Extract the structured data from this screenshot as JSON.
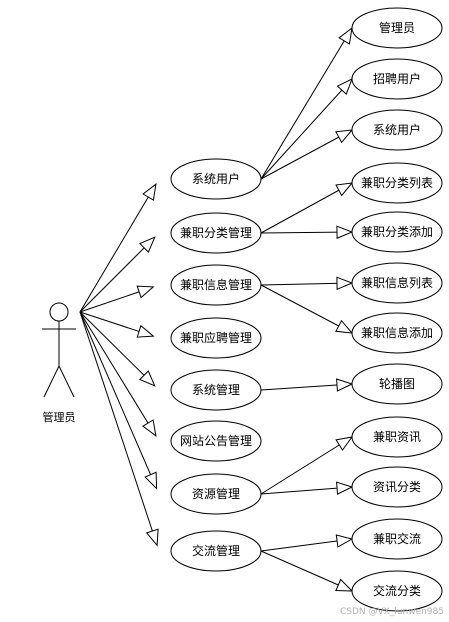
{
  "actor": {
    "label": "管理员"
  },
  "primary_nodes": [
    {
      "id": "system-users",
      "label": "系统用户"
    },
    {
      "id": "parttime-category-mgmt",
      "label": "兼职分类管理"
    },
    {
      "id": "parttime-info-mgmt",
      "label": "兼职信息管理"
    },
    {
      "id": "parttime-application-mgmt",
      "label": "兼职应聘管理"
    },
    {
      "id": "system-mgmt",
      "label": "系统管理"
    },
    {
      "id": "site-announcement-mgmt",
      "label": "网站公告管理"
    },
    {
      "id": "resource-mgmt",
      "label": "资源管理"
    },
    {
      "id": "exchange-mgmt",
      "label": "交流管理"
    }
  ],
  "secondary_nodes": [
    {
      "id": "admin",
      "label": "管理员",
      "parent": "system-users"
    },
    {
      "id": "recruiter-user",
      "label": "招聘用户",
      "parent": "system-users"
    },
    {
      "id": "system-user",
      "label": "系统用户",
      "parent": "system-users"
    },
    {
      "id": "category-list",
      "label": "兼职分类列表",
      "parent": "parttime-category-mgmt"
    },
    {
      "id": "category-add",
      "label": "兼职分类添加",
      "parent": "parttime-category-mgmt"
    },
    {
      "id": "info-list",
      "label": "兼职信息列表",
      "parent": "parttime-info-mgmt"
    },
    {
      "id": "info-add",
      "label": "兼职信息添加",
      "parent": "parttime-info-mgmt"
    },
    {
      "id": "carousel",
      "label": "轮播图",
      "parent": "system-mgmt"
    },
    {
      "id": "parttime-news",
      "label": "兼职资讯",
      "parent": "resource-mgmt"
    },
    {
      "id": "news-category",
      "label": "资讯分类",
      "parent": "resource-mgmt"
    },
    {
      "id": "parttime-exchange",
      "label": "兼职交流",
      "parent": "exchange-mgmt"
    },
    {
      "id": "exchange-category",
      "label": "交流分类",
      "parent": "exchange-mgmt"
    }
  ],
  "watermark": "CSDN @VX_lunwen985"
}
